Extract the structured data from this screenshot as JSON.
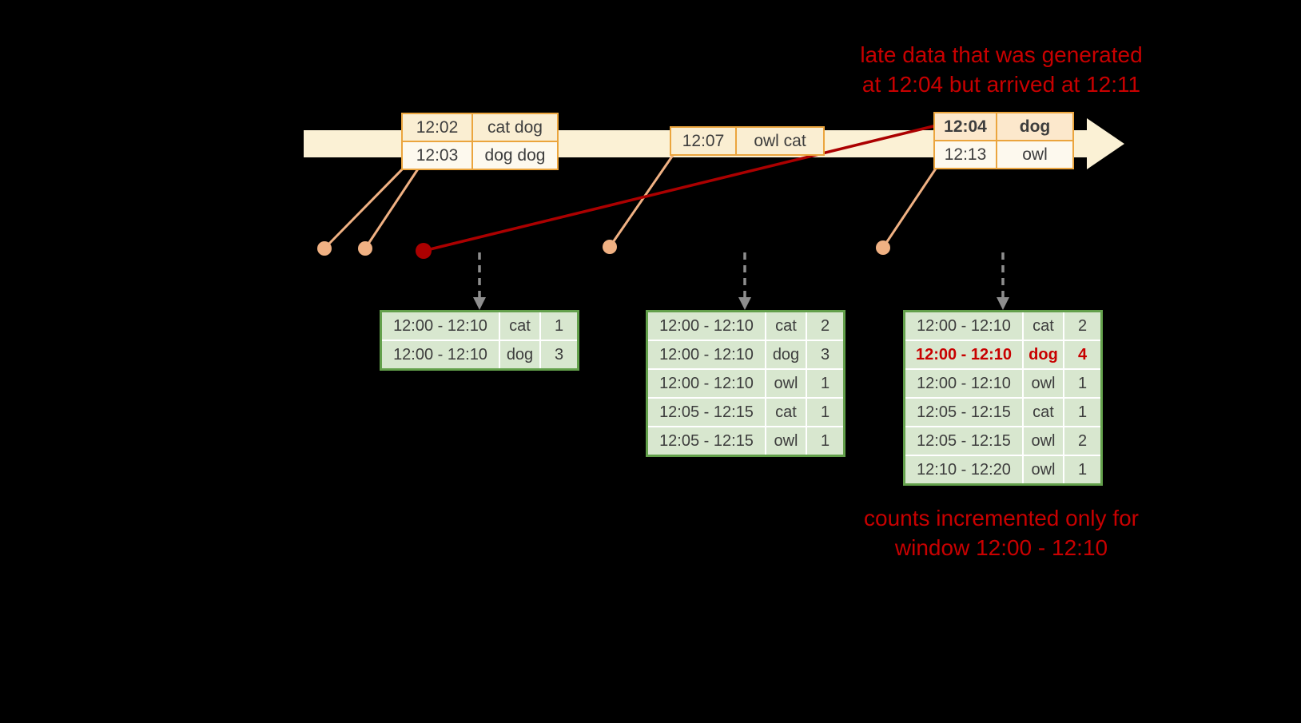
{
  "colors": {
    "bg": "#000000",
    "red": "#c80000",
    "darkred": "#ab0000",
    "orange": "#eba53e",
    "cream": "#faeed2",
    "creamlight": "#fdf9ee",
    "peach": "#fce8cc",
    "timeline": "#fbf1d5",
    "salmon": "#f0b183",
    "gray": "#8e8e8e",
    "green": "#63a04b",
    "greencell": "#d8e7cf",
    "ink": "#3d3d3d"
  },
  "annotations": {
    "late_data": {
      "line1": "late data that was generated",
      "line2": "at 12:04 but arrived at 12:11"
    },
    "counts": {
      "line1": "counts incremented only for",
      "line2": "window 12:00 - 12:10"
    }
  },
  "events": {
    "e1": {
      "rows": [
        {
          "time": "12:02",
          "words": "cat dog"
        },
        {
          "time": "12:03",
          "words": "dog dog"
        }
      ]
    },
    "e2": {
      "rows": [
        {
          "time": "12:07",
          "words": "owl cat"
        }
      ]
    },
    "e3": {
      "rows": [
        {
          "time": "12:04",
          "words": "dog"
        },
        {
          "time": "12:13",
          "words": "owl"
        }
      ]
    }
  },
  "result_tables": {
    "t1": {
      "rows": [
        [
          "12:00 - 12:10",
          "cat",
          "1"
        ],
        [
          "12:00 - 12:10",
          "dog",
          "3"
        ]
      ]
    },
    "t2": {
      "rows": [
        [
          "12:00 - 12:10",
          "cat",
          "2"
        ],
        [
          "12:00 - 12:10",
          "dog",
          "3"
        ],
        [
          "12:00 - 12:10",
          "owl",
          "1"
        ],
        [
          "12:05 - 12:15",
          "cat",
          "1"
        ],
        [
          "12:05 - 12:15",
          "owl",
          "1"
        ]
      ]
    },
    "t3": {
      "rows": [
        [
          "12:00 - 12:10",
          "cat",
          "2"
        ],
        [
          "12:00 - 12:10",
          "dog",
          "4"
        ],
        [
          "12:00 - 12:10",
          "owl",
          "1"
        ],
        [
          "12:05 - 12:15",
          "cat",
          "1"
        ],
        [
          "12:05 - 12:15",
          "owl",
          "2"
        ],
        [
          "12:10 - 12:20",
          "owl",
          "1"
        ]
      ]
    }
  }
}
